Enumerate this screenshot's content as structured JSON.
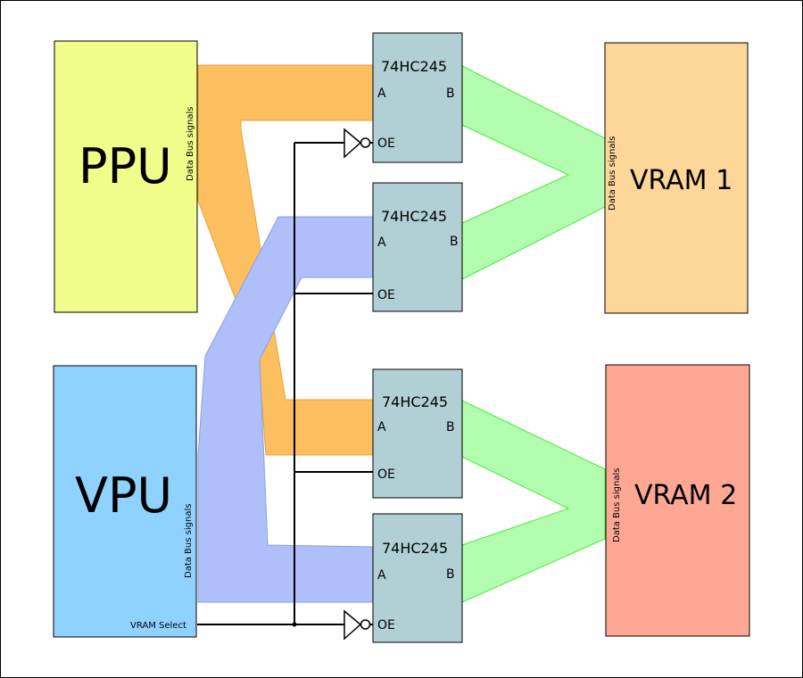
{
  "colors": {
    "ppu_fill": "#f0fd8a",
    "vpu_fill": "#8fd2ff",
    "vram1_fill": "#fdd69a",
    "vram2_fill": "#fea894",
    "chip_fill": "#b0d0d6",
    "bus_orange": "#fcbf5f",
    "bus_blue": "#aebffa",
    "bus_green": "#b3fdb0",
    "bus_green_stroke": "#44ee33"
  },
  "blocks": {
    "ppu": {
      "label": "PPU",
      "bus_label": "Data Bus signals"
    },
    "vpu": {
      "label": "VPU",
      "bus_label": "Data Bus signals",
      "select_label": "VRAM Select"
    },
    "vram1": {
      "label": "VRAM 1",
      "bus_label": "Data Bus signals"
    },
    "vram2": {
      "label": "VRAM 2",
      "bus_label": "Data Bus signals"
    }
  },
  "chips": [
    {
      "part": "74HC245",
      "pin_a": "A",
      "pin_b": "B",
      "pin_oe": "OE",
      "inverted_oe": true
    },
    {
      "part": "74HC245",
      "pin_a": "A",
      "pin_b": "B",
      "pin_oe": "OE",
      "inverted_oe": false
    },
    {
      "part": "74HC245",
      "pin_a": "A",
      "pin_b": "B",
      "pin_oe": "OE",
      "inverted_oe": false
    },
    {
      "part": "74HC245",
      "pin_a": "A",
      "pin_b": "B",
      "pin_oe": "OE",
      "inverted_oe": true
    }
  ]
}
